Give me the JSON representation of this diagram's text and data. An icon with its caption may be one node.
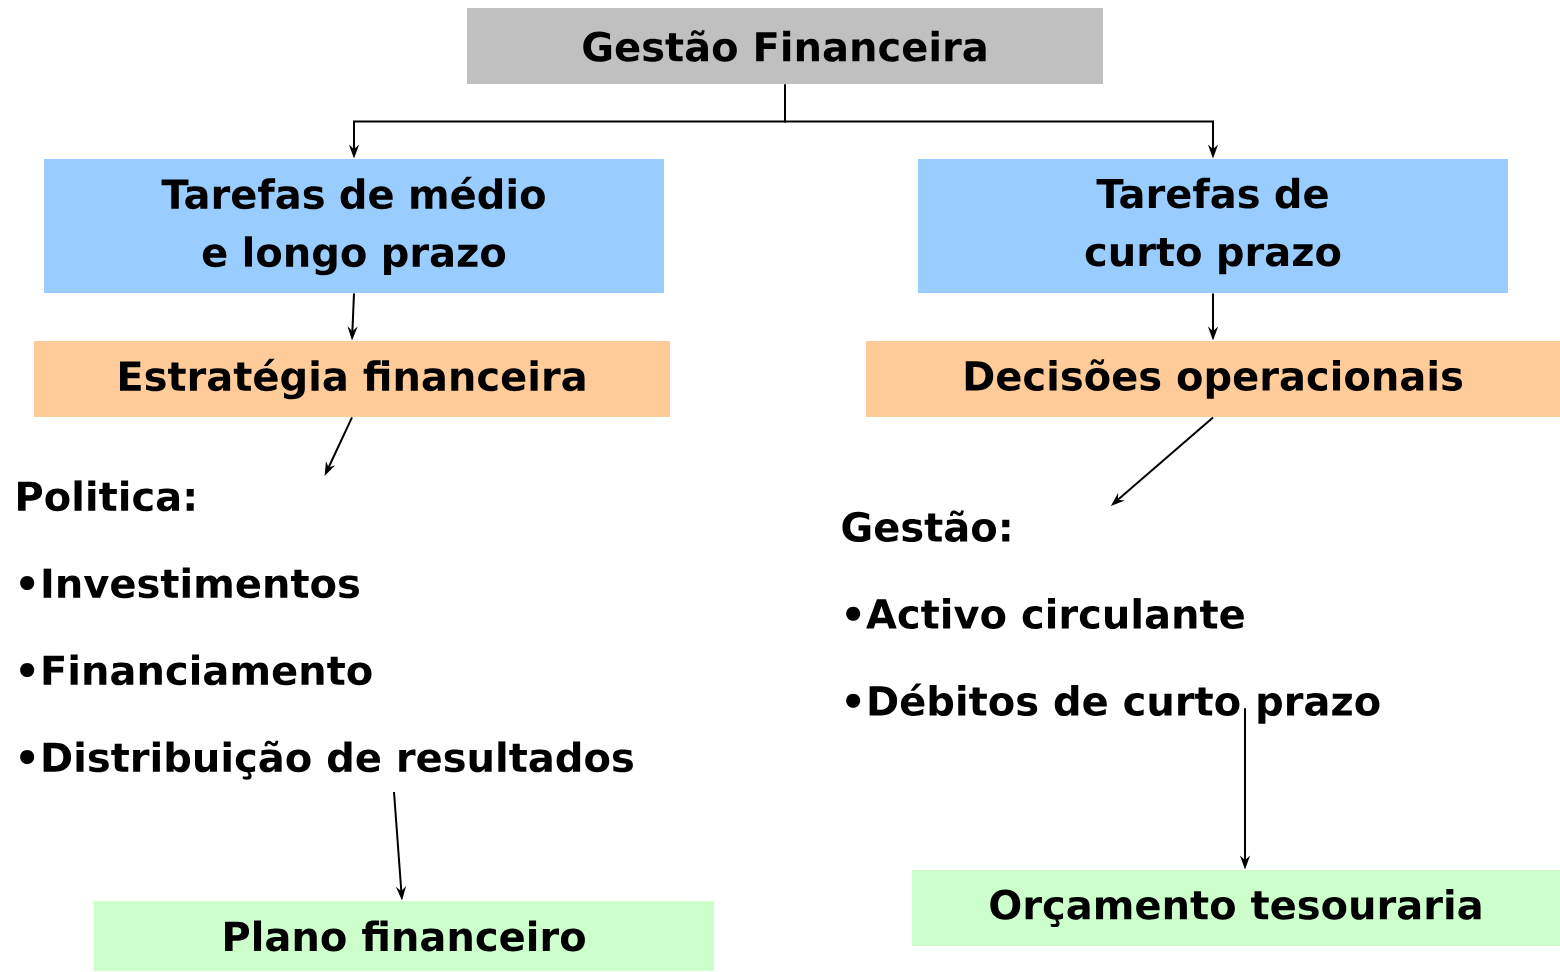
{
  "diagram": {
    "nodes": [
      {
        "text": [
          "Gestão Financeira"
        ]
      },
      {
        "text": [
          "Tarefas de médio e longo prazo"
        ]
      },
      {
        "text": [
          "Tarefas de curto prazo"
        ]
      },
      {
        "text": [
          "Estratégia financeira"
        ]
      },
      {
        "text": [
          "Decisões operacionais"
        ]
      },
      {
        "text": [
          "Politica:",
          "•Investimentos",
          "•Financiamento",
          "•Distribuição de resultados"
        ]
      },
      {
        "text": [
          "Gestão:",
          "•Activo circulante",
          "•Débitos de curto prazo"
        ]
      },
      {
        "text": [
          "Plano financeiro"
        ]
      },
      {
        "text": [
          "Orçamento tesouraria"
        ]
      }
    ],
    "edges": [
      {
        "from": 0,
        "to": 1,
        "arrow": "to"
      },
      {
        "from": 0,
        "to": 2,
        "arrow": "to"
      },
      {
        "from": 1,
        "to": 3,
        "arrow": "to"
      },
      {
        "from": 2,
        "to": 4,
        "arrow": "to"
      },
      {
        "from": 3,
        "to": 5,
        "arrow": "to"
      },
      {
        "from": 4,
        "to": 6,
        "arrow": "to"
      },
      {
        "from": 5,
        "to": 7,
        "arrow": "to"
      },
      {
        "from": 6,
        "to": 8,
        "arrow": "to"
      }
    ]
  }
}
